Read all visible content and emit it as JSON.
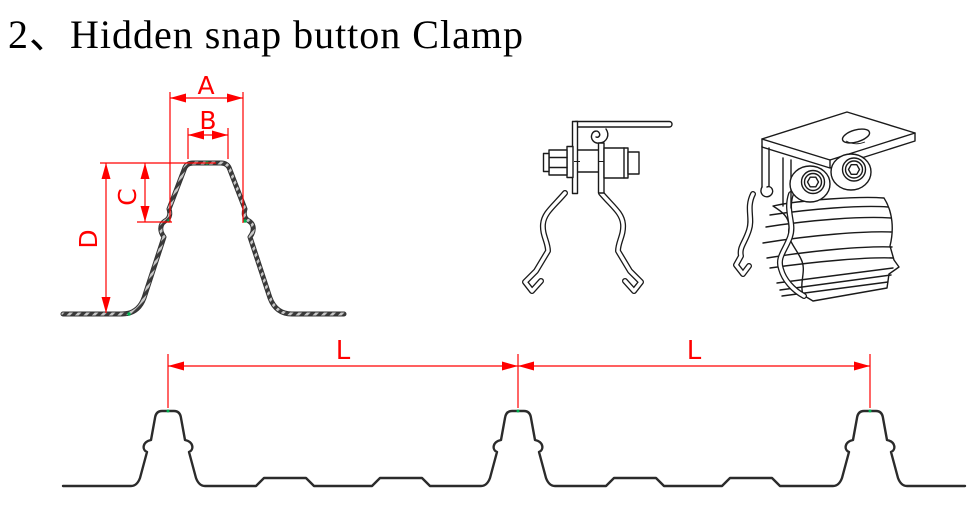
{
  "title": "2、Hidden snap button Clamp",
  "dimension_labels": {
    "outer_width": "A",
    "top_width": "B",
    "notch_height": "C",
    "rib_height": "D",
    "panel_pitch": "L"
  },
  "views": {
    "profile_detail": "rib-profile-cross-section-with-dimensions",
    "side_view": "hidden-snap-button-clamp-side-view",
    "iso_view": "hidden-snap-button-clamp-3d-view",
    "panel_profile": "roof-panel-cross-section-with-pitch-dimensions"
  },
  "colors": {
    "dimension": "#ff0000",
    "profile_section": "#333333",
    "outline": "#1a1a1a",
    "snap_point": "#00b050",
    "background": "#ffffff",
    "title_text": "#000000"
  }
}
